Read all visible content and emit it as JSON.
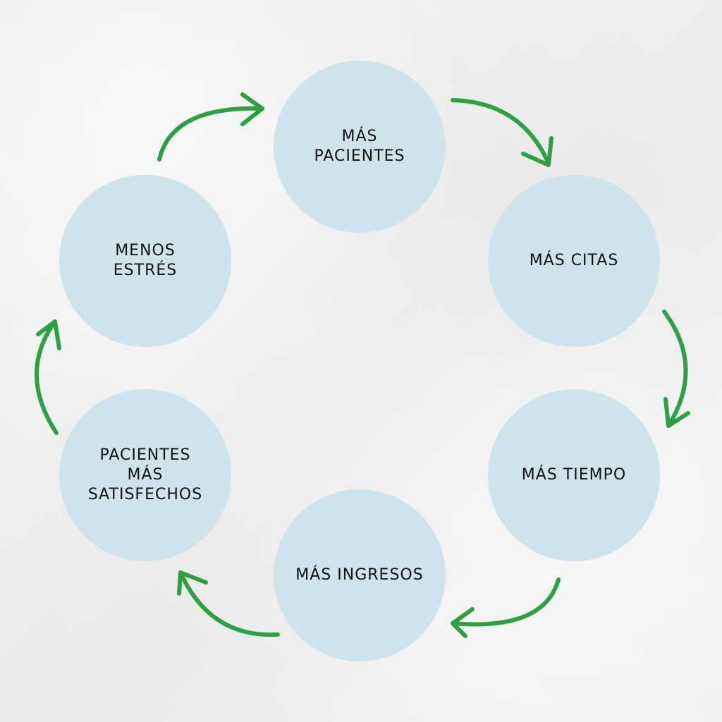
{
  "colors": {
    "background": "#f1f1f0",
    "circle_fill": "#cfe3ec",
    "arrow": "#2ea043",
    "text": "#111111"
  },
  "diagram": {
    "type": "cycle",
    "nodes": [
      {
        "id": "mas-pacientes",
        "label": "MÁS\nPACIENTES"
      },
      {
        "id": "mas-citas",
        "label": "MÁS CITAS"
      },
      {
        "id": "mas-tiempo",
        "label": "MÁS TIEMPO"
      },
      {
        "id": "mas-ingresos",
        "label": "MÁS INGRESOS"
      },
      {
        "id": "pacientes-mas-satisfechos",
        "label": "PACIENTES\nMÁS\nSATISFECHOS"
      },
      {
        "id": "menos-estres",
        "label": "MENOS\nESTRÉS"
      }
    ],
    "edges": [
      {
        "from": "mas-pacientes",
        "to": "mas-citas",
        "icon": "curved-arrow-icon"
      },
      {
        "from": "mas-citas",
        "to": "mas-tiempo",
        "icon": "curved-arrow-icon"
      },
      {
        "from": "mas-tiempo",
        "to": "mas-ingresos",
        "icon": "curved-arrow-icon"
      },
      {
        "from": "mas-ingresos",
        "to": "pacientes-mas-satisfechos",
        "icon": "curved-arrow-icon"
      },
      {
        "from": "pacientes-mas-satisfechos",
        "to": "menos-estres",
        "icon": "curved-arrow-icon"
      },
      {
        "from": "menos-estres",
        "to": "mas-pacientes",
        "icon": "curved-arrow-icon"
      }
    ]
  }
}
